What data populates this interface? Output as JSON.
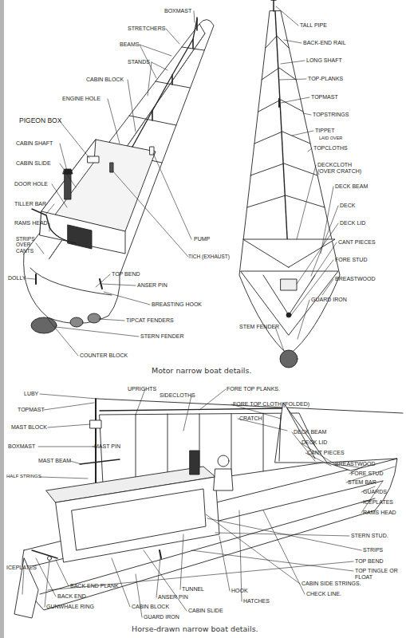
{
  "diagram": {
    "labels": [
      "BOXMAST",
      "STRETCHERS",
      "BEAMS",
      "STANDS",
      "CABIN BLOCK",
      "ENGINE HOLE",
      "PIGEON BOX",
      "CABIN SHAFT",
      "CABIN SLIDE",
      "DOOR HOLE",
      "TILLER BAR",
      "RAMS HEAD",
      "STRIPS OVER CANTS",
      "DOLLY",
      "PUMP",
      "TICH (EXHAUST)",
      "TOP BEND",
      "ANSER PIN",
      "BREASTING HOOK",
      "TIPCAT FENDERS",
      "STERN FENDER",
      "COUNTER BLOCK",
      "TALL PIPE",
      "BACK-END RAIL",
      "LONG SHAFT",
      "TOP-PLANKS",
      "TOPMAST",
      "TOPSTRINGS",
      "TIPPET",
      "LAID OVER",
      "TOPCLOTHS",
      "DECKCLOTH (OVER CRATCH)",
      "DECK BEAM",
      "DECK",
      "DECK LID",
      "CANT PIECES",
      "FORE STUD",
      "BREASTWOOD",
      "GUARD IRON",
      "STEM FENDER",
      "Motor narrow boat details.",
      "LUBY",
      "TOPMAST",
      "MAST BLOCK",
      "BOXMAST",
      "MAST PIN",
      "MAST BEAM",
      "HALF STRINGS",
      "UPRIGHTS",
      "SIDECLOTHS",
      "FORE TOP PLANKS.",
      "FORE TOP CLOTH (FOLDED)",
      "CRATCH",
      "DECK BEAM",
      "DECK LID",
      "CANT PIECES",
      "BREASTWOOD",
      "FORE STUD",
      "STEM BAR",
      "GUARDS",
      "ICEPLATES",
      "RAMS HEAD",
      "STERN STUD.",
      "STRIPS",
      "TOP BEND",
      "TOP TINGLE OR FLOAT",
      "CABIN SIDE STRINGS.",
      "CHECK LINE.",
      "HATCHES",
      "HOOK",
      "TUNNEL",
      "ANSER PIN",
      "CABIN SLIDE",
      "GUARD IRON",
      "CABIN BLOCK",
      "BACK END PLANK",
      "BACK END",
      "GUNWHALE RING",
      "ICEPLATES",
      "Horse-drawn narrow boat details."
    ]
  }
}
